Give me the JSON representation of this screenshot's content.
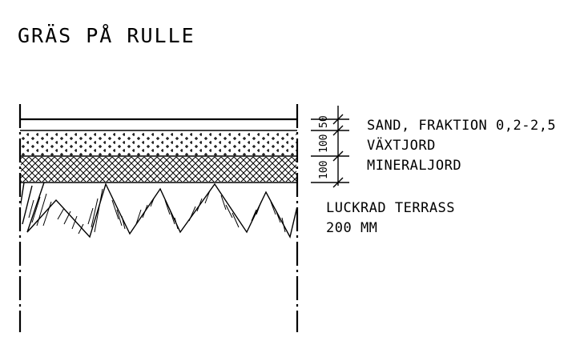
{
  "title": "GRÄS PÅ RULLE",
  "layers": [
    {
      "label": "SAND, FRAKTION 0,2-2,5",
      "thickness_label": "50"
    },
    {
      "label": "VÄXTJORD",
      "thickness_label": "100"
    },
    {
      "label": "MINERALJORD",
      "thickness_label": "100"
    }
  ],
  "subgrade": {
    "line1": "LUCKRAD TERRASS",
    "line2": "200 MM"
  },
  "colors": {
    "ink": "#000000",
    "paper": "#ffffff"
  }
}
